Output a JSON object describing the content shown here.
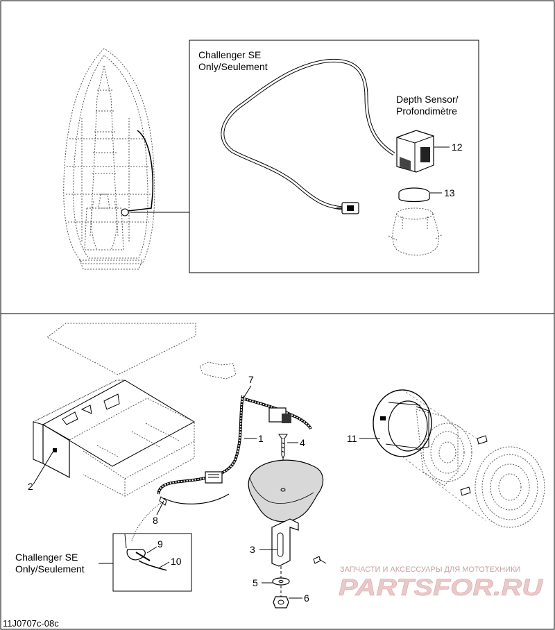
{
  "top_panel": {
    "inset_title": "Challenger SE\nOnly/Seulement",
    "depth_sensor_label": "Depth Sensor/\nProfondimètre",
    "callouts": [
      "12",
      "13"
    ]
  },
  "bottom_panel": {
    "inset_title": "Challenger SE\nOnly/Seulement",
    "callouts": [
      "1",
      "2",
      "3",
      "4",
      "5",
      "6",
      "7",
      "8",
      "9",
      "10",
      "11"
    ]
  },
  "watermark": {
    "tagline": "ЗАПЧАСТИ И АКСЕССУАРЫ ДЛЯ МОТОТЕХНИКИ",
    "brand": "PARTSFOR.RU"
  },
  "footer": {
    "code": "11J0707c-08c"
  }
}
